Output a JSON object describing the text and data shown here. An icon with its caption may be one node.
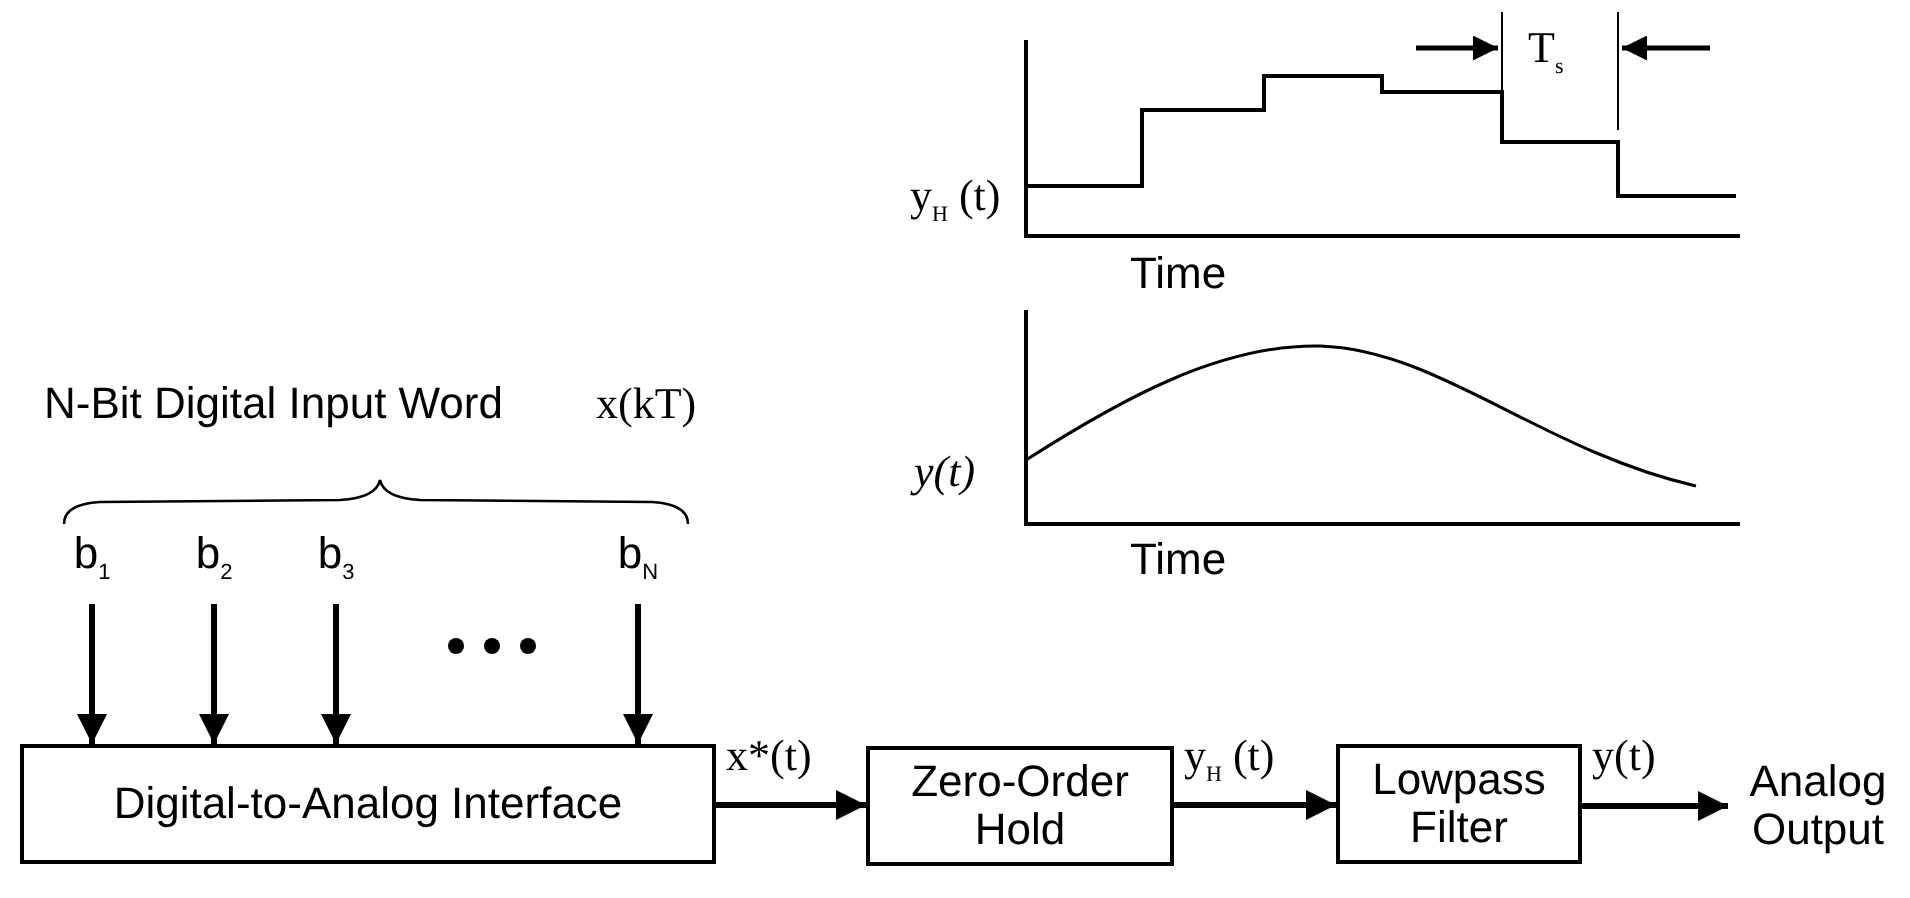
{
  "diagram": {
    "nodes": [
      {
        "text": [
          "Digital-to-Analog Interface"
        ]
      },
      {
        "text": [
          "Zero-Order Hold"
        ]
      },
      {
        "text": [
          "Lowpass Filter"
        ]
      },
      {
        "text": [
          "Analog Output"
        ]
      },
      {
        "text": [
          "b$_{1}$"
        ]
      },
      {
        "text": [
          "b$_{2}$"
        ]
      },
      {
        "text": [
          "b$_{3}$"
        ]
      },
      {
        "text": [
          "b$_{N}$"
        ]
      }
    ],
    "edges": [
      {
        "from": 4,
        "to": 0,
        "arrow": "to"
      },
      {
        "from": 5,
        "to": 0,
        "arrow": "to"
      },
      {
        "from": 6,
        "to": 0,
        "arrow": "to"
      },
      {
        "from": 7,
        "to": 0,
        "arrow": "to"
      },
      {
        "from": 0,
        "to": 1,
        "arrow": "to",
        "label": "x*(t)"
      },
      {
        "from": 1,
        "to": 2,
        "arrow": "to",
        "label": "y$_{H}$ (t)"
      },
      {
        "from": 2,
        "to": 3,
        "arrow": "to",
        "label": "y(t)"
      }
    ],
    "labels": [
      "N-Bit Digital Input Word",
      "x(kT)",
      "y$_{H}$ (t)",
      "Time",
      "T$_{s}$",
      "y(t)",
      "Time"
    ]
  }
}
